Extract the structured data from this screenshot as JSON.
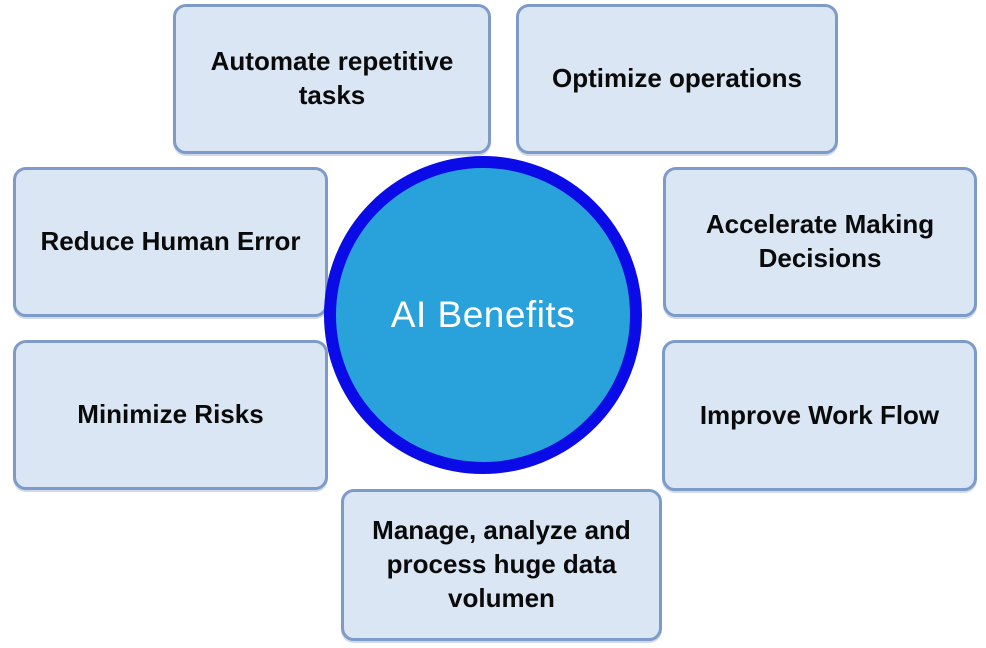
{
  "title": "AI Benefits",
  "center": {
    "label": "AI Benefits"
  },
  "colors": {
    "background": "#ffffff",
    "box_fill": "#dbe6f5",
    "box_border": "#7d9bc9",
    "box_text": "#0a0a0a",
    "circle_fill": "#29a2dc",
    "circle_ring": "#0b0be8",
    "circle_text": "#ffffff"
  },
  "benefits": [
    {
      "id": "automate-repetitive-tasks",
      "label": "Automate repetitive tasks"
    },
    {
      "id": "optimize-operations",
      "label": "Optimize operations"
    },
    {
      "id": "reduce-human-error",
      "label": "Reduce Human Error"
    },
    {
      "id": "accelerate-making-decisions",
      "label": "Accelerate Making Decisions"
    },
    {
      "id": "minimize-risks",
      "label": "Minimize Risks"
    },
    {
      "id": "improve-work-flow",
      "label": "Improve Work Flow"
    },
    {
      "id": "manage-analyze-process-data",
      "label": "Manage, analyze and process huge data volumen"
    }
  ]
}
